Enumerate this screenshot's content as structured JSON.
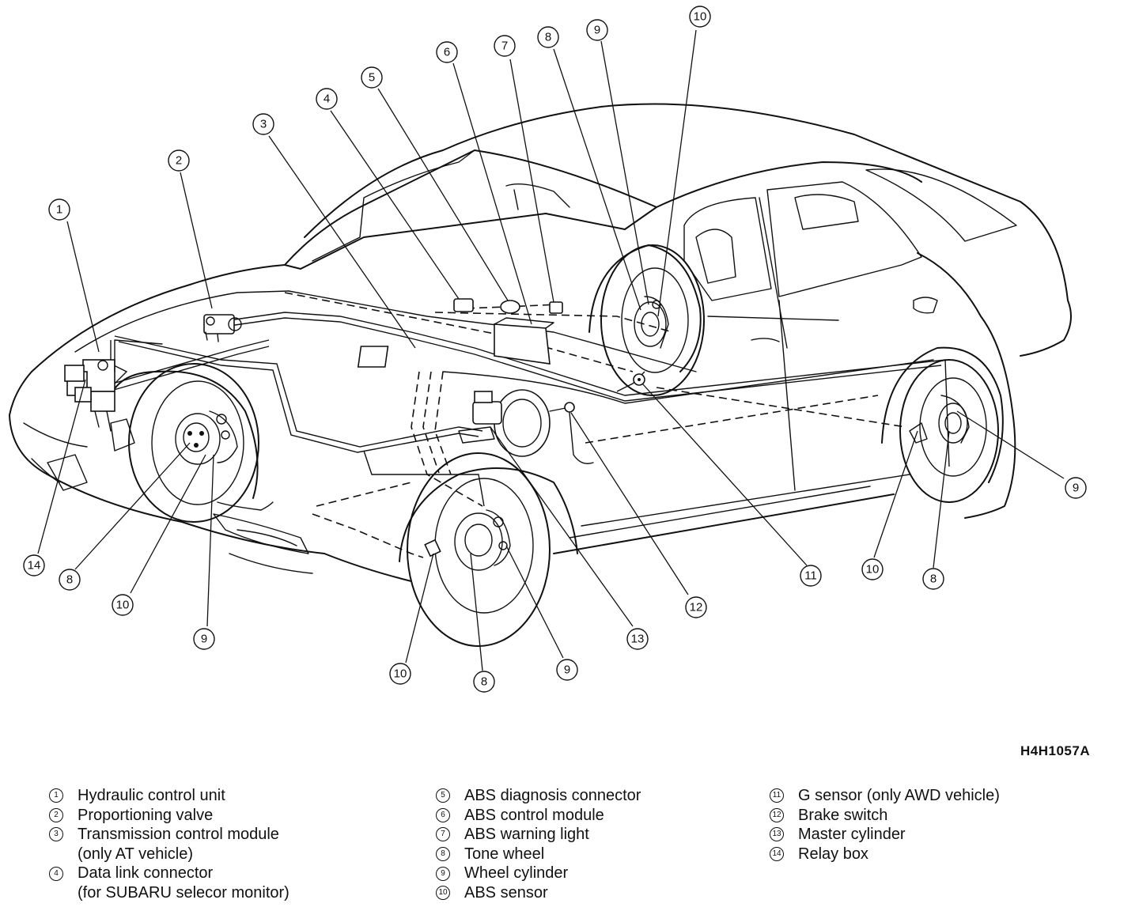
{
  "reference_code": "H4H1057A",
  "callouts": [
    {
      "number": "1",
      "label": "1"
    },
    {
      "number": "2",
      "label": "2"
    },
    {
      "number": "3",
      "label": "3"
    },
    {
      "number": "4",
      "label": "4"
    },
    {
      "number": "5",
      "label": "5"
    },
    {
      "number": "6",
      "label": "6"
    },
    {
      "number": "7",
      "label": "7"
    },
    {
      "number": "8",
      "label": "8"
    },
    {
      "number": "9",
      "label": "9"
    },
    {
      "number": "10",
      "label": "10"
    },
    {
      "number": "14",
      "label": "14"
    },
    {
      "number": "8",
      "label": "8"
    },
    {
      "number": "10",
      "label": "10"
    },
    {
      "number": "9",
      "label": "9"
    },
    {
      "number": "10",
      "label": "10"
    },
    {
      "number": "8",
      "label": "8"
    },
    {
      "number": "9",
      "label": "9"
    },
    {
      "number": "13",
      "label": "13"
    },
    {
      "number": "12",
      "label": "12"
    },
    {
      "number": "11",
      "label": "11"
    },
    {
      "number": "10",
      "label": "10"
    },
    {
      "number": "8",
      "label": "8"
    },
    {
      "number": "9",
      "label": "9"
    }
  ],
  "legend": {
    "column_1": [
      {
        "number": "1",
        "text": "Hydraulic control unit"
      },
      {
        "number": "2",
        "text": "Proportioning valve"
      },
      {
        "number": "3",
        "text": "Transmission control module",
        "continuation": "(only AT vehicle)"
      },
      {
        "number": "4",
        "text": "Data link connector",
        "continuation": "(for SUBARU selecor monitor)"
      }
    ],
    "column_2": [
      {
        "number": "5",
        "text": "ABS diagnosis connector"
      },
      {
        "number": "6",
        "text": "ABS control module"
      },
      {
        "number": "7",
        "text": "ABS warning light"
      },
      {
        "number": "8",
        "text": "Tone wheel"
      },
      {
        "number": "9",
        "text": "Wheel cylinder"
      },
      {
        "number": "10",
        "text": "ABS sensor"
      }
    ],
    "column_3": [
      {
        "number": "11",
        "text": "G sensor (only AWD vehicle)"
      },
      {
        "number": "12",
        "text": "Brake switch"
      },
      {
        "number": "13",
        "text": "Master cylinder"
      },
      {
        "number": "14",
        "text": "Relay box"
      }
    ]
  }
}
